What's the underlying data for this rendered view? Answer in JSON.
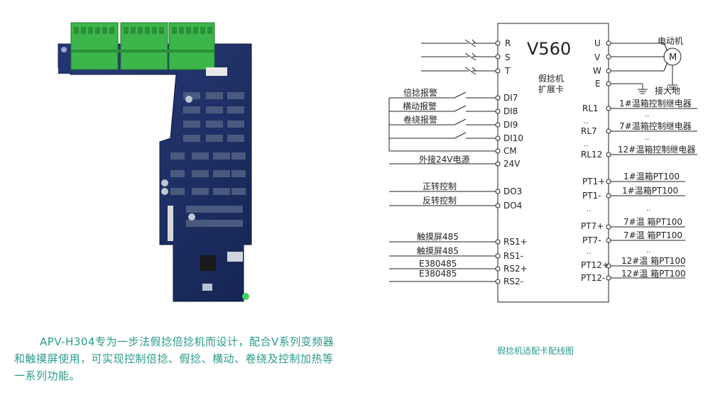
{
  "description": {
    "line1": "APV-H304专为一步法假捻倍捻机而设计，配合V系列变频器",
    "line2": "和触摸屏使用，可实现控制倍捻、假捻、横动、卷绕及控制加热等",
    "line3": "一系列功能。"
  },
  "caption": "假捻机适配卡配线图",
  "diagram": {
    "model": "V560",
    "card_label_1": "假捻机",
    "card_label_2": "扩展卡",
    "left_terminals": [
      "R",
      "S",
      "T",
      "DI7",
      "DI8",
      "DI9",
      "DI10",
      "CM",
      "24V",
      "DO3",
      "DO4",
      "RS1+",
      "RS1-",
      "RS2+",
      "RS2-"
    ],
    "left_signals": [
      "倍捻报警",
      "横动报警",
      "卷绕报警",
      "外接24V电源",
      "正转控制",
      "反转控制",
      "触摸屏485",
      "触摸屏485",
      "E380485",
      "E380485"
    ],
    "right_terminals": [
      "U",
      "V",
      "W",
      "E",
      "RL1",
      "RL7",
      "RL12",
      "PT1+",
      "PT1-",
      "PT7+",
      "PT7-",
      "PT12+",
      "PT12-"
    ],
    "right_signals": [
      "1#温箱控制继电器",
      "7#温箱控制继电器",
      "12#温箱控制继电器",
      "1#温箱PT100",
      "1#温箱PT100",
      "7#温 箱PT100",
      "7#温 箱PT100",
      "12#温 箱PT100",
      "12#温 箱PT100"
    ],
    "motor_label": "电动机",
    "motor_symbol": "M",
    "ground_label": "接大地",
    "dots": ".."
  },
  "pcb": {
    "board_color": "#1d2f63",
    "connector_color": "#3cb64a"
  }
}
